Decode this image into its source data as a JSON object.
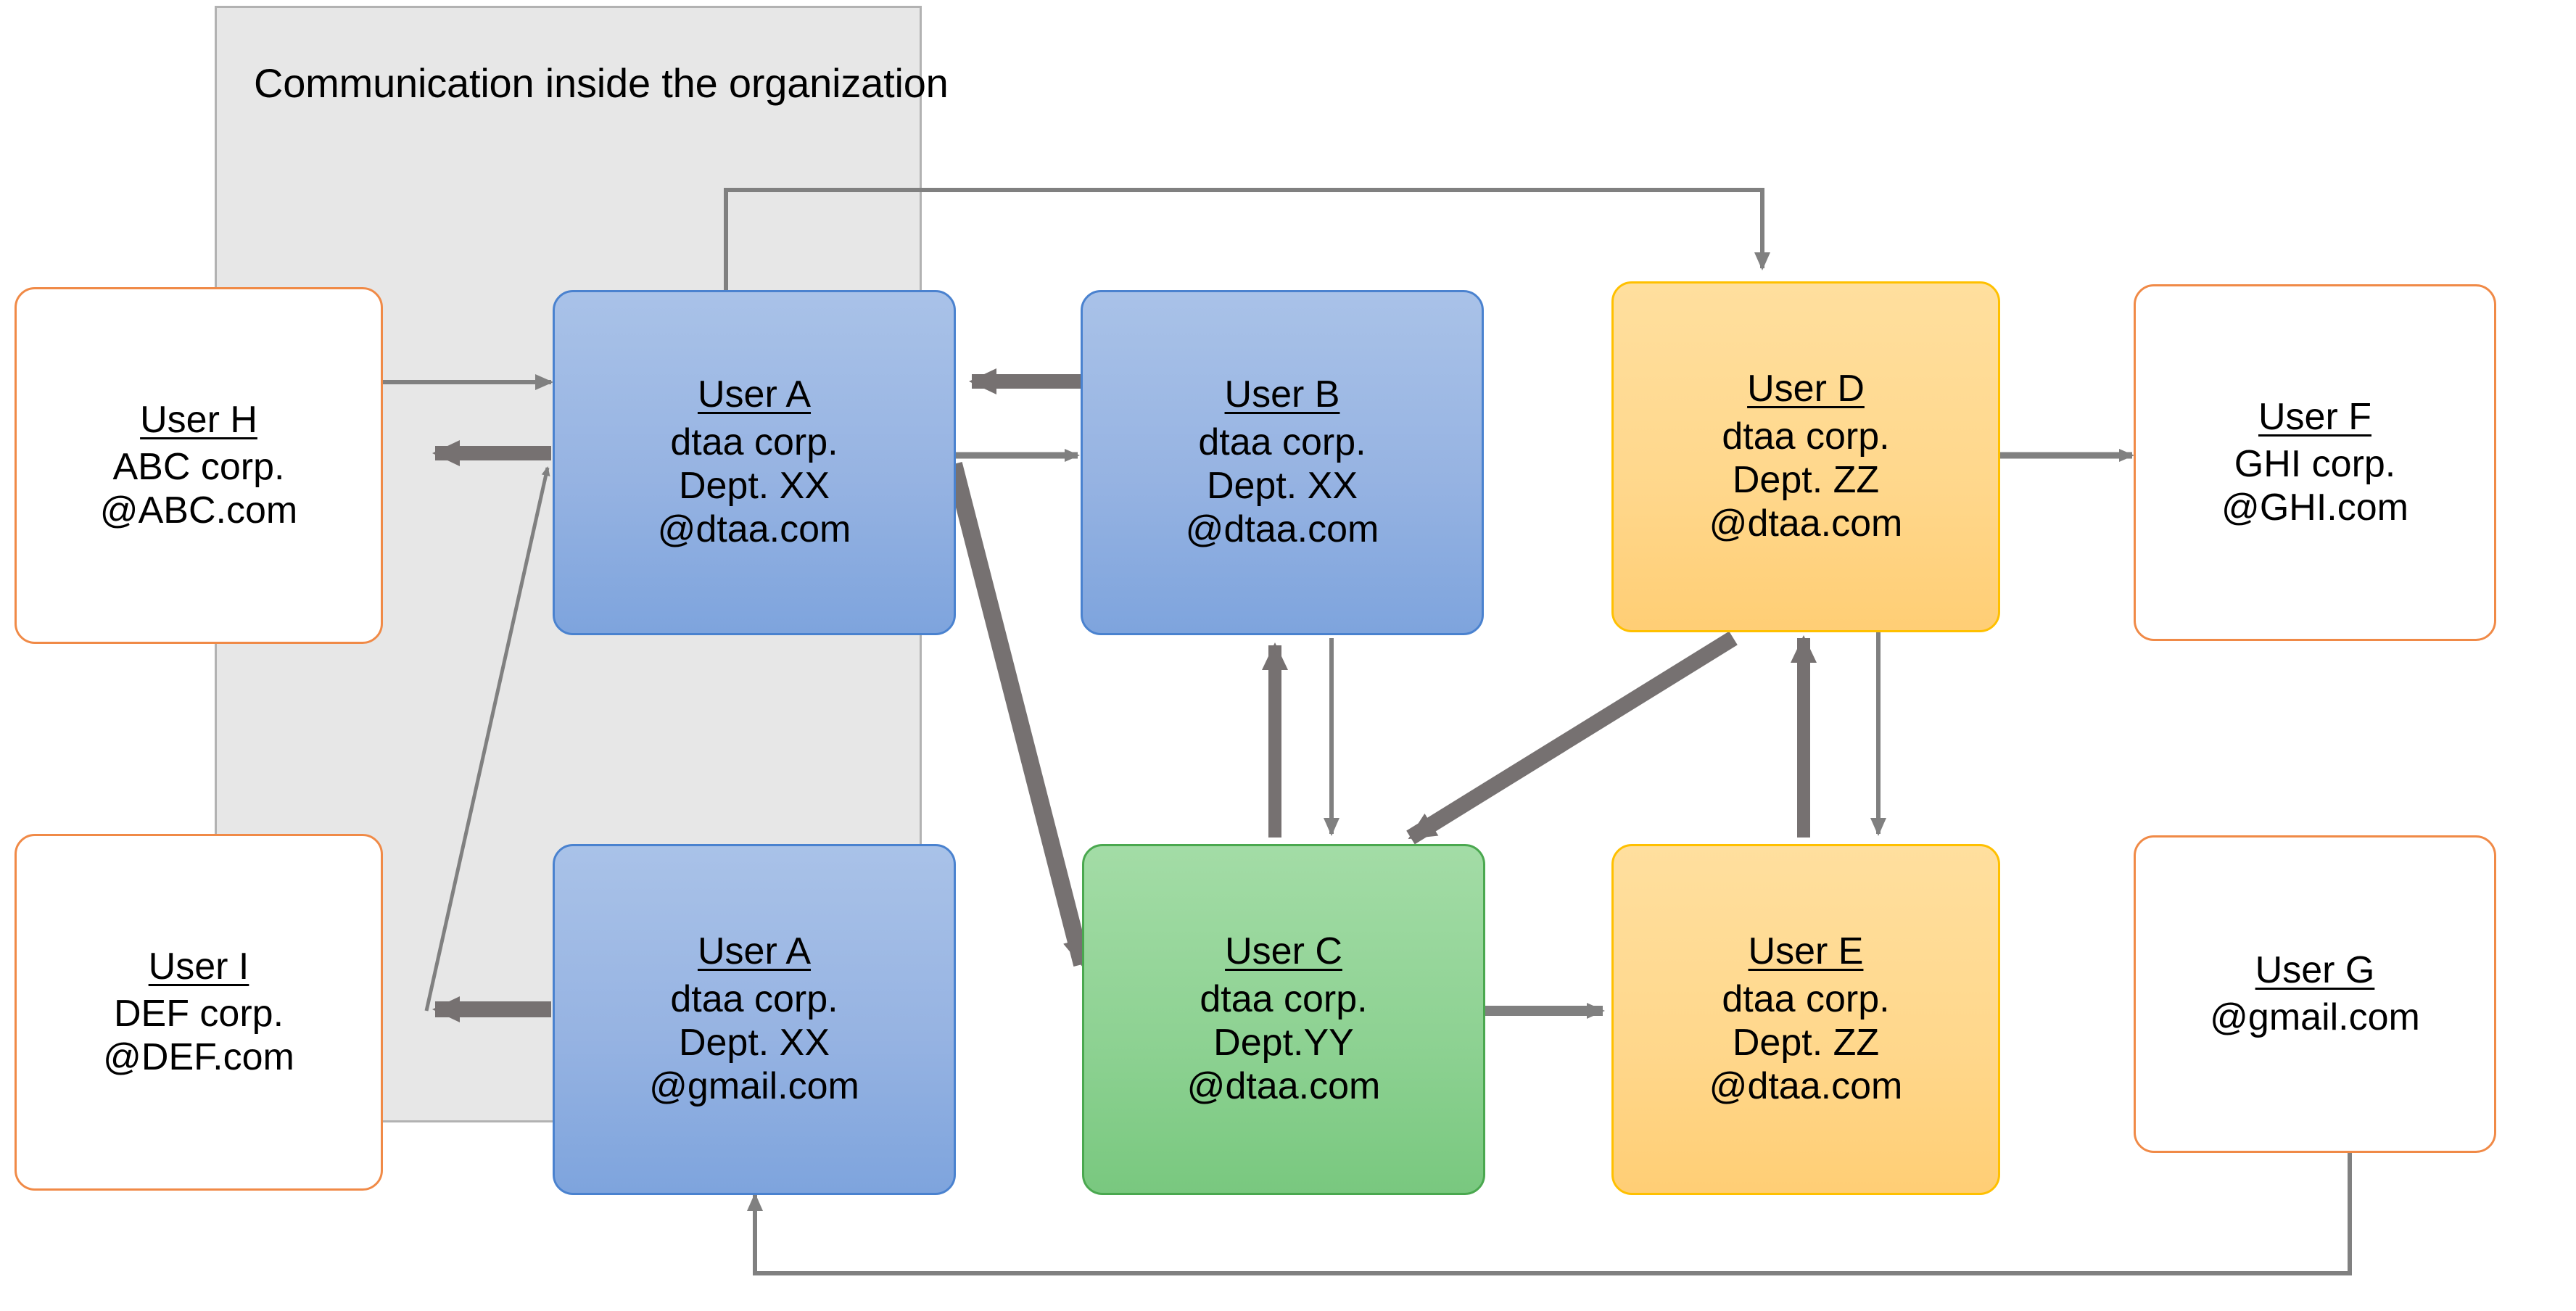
{
  "diagram": {
    "panel_title": "Communication inside the organization",
    "panel_fill": "#e7e7e7",
    "panel_border": "#b2b2b2"
  },
  "colors": {
    "internal_blue": "#96b3e2",
    "internal_green": "#8cd191",
    "internal_yellow": "#ffd78b",
    "external_border": "#f08a47",
    "arrow_gray": "#808080",
    "arrow_dark_gray": "#767171"
  },
  "nodes": {
    "user_a_top": {
      "name": "User A",
      "line1": "dtaa corp.",
      "line2": "Dept. XX",
      "line3": "@dtaa.com",
      "fill": "blue",
      "scope": "internal"
    },
    "user_b": {
      "name": "User B",
      "line1": "dtaa corp.",
      "line2": "Dept. XX",
      "line3": "@dtaa.com",
      "fill": "blue",
      "scope": "internal"
    },
    "user_d": {
      "name": "User D",
      "line1": "dtaa corp.",
      "line2": "Dept. ZZ",
      "line3": "@dtaa.com",
      "fill": "yellow",
      "scope": "internal"
    },
    "user_a_bottom": {
      "name": "User A",
      "line1": "dtaa corp.",
      "line2": "Dept. XX",
      "line3": "@gmail.com",
      "fill": "blue",
      "scope": "internal"
    },
    "user_c": {
      "name": "User C",
      "line1": "dtaa corp.",
      "line2": "Dept.YY",
      "line3": "@dtaa.com",
      "fill": "green",
      "scope": "internal"
    },
    "user_e": {
      "name": "User E",
      "line1": "dtaa corp.",
      "line2": "Dept. ZZ",
      "line3": "@dtaa.com",
      "fill": "yellow",
      "scope": "internal"
    },
    "user_h": {
      "name": "User H",
      "line1": "ABC corp.",
      "line2": "@ABC.com",
      "scope": "external"
    },
    "user_i": {
      "name": "User I",
      "line1": "DEF corp.",
      "line2": "@DEF.com",
      "scope": "external"
    },
    "user_f": {
      "name": "User F",
      "line1": "GHI corp.",
      "line2": "@GHI.com",
      "scope": "external"
    },
    "user_g": {
      "name": "User G",
      "line1": "@gmail.com",
      "scope": "external"
    }
  },
  "edges": [
    {
      "id": "h-to-a",
      "from": "user_h",
      "to": "user_a_top",
      "weight": "thin"
    },
    {
      "id": "a-to-h",
      "from": "user_a_top",
      "to": "user_h",
      "weight": "thick"
    },
    {
      "id": "b-to-a",
      "from": "user_b",
      "to": "user_a_top",
      "weight": "thick"
    },
    {
      "id": "a-to-b",
      "from": "user_a_top",
      "to": "user_b",
      "weight": "medium"
    },
    {
      "id": "a-to-d",
      "from": "user_a_top",
      "to": "user_d",
      "weight": "thin"
    },
    {
      "id": "a-to-c",
      "from": "user_a_top",
      "to": "user_c",
      "weight": "thick"
    },
    {
      "id": "c-to-b",
      "from": "user_c",
      "to": "user_b",
      "weight": "thick"
    },
    {
      "id": "b-to-c",
      "from": "user_b",
      "to": "user_c",
      "weight": "thin"
    },
    {
      "id": "d-to-c",
      "from": "user_d",
      "to": "user_c",
      "weight": "thick"
    },
    {
      "id": "e-to-d",
      "from": "user_e",
      "to": "user_d",
      "weight": "thick"
    },
    {
      "id": "d-to-e",
      "from": "user_d",
      "to": "user_e",
      "weight": "thin"
    },
    {
      "id": "c-to-e",
      "from": "user_c",
      "to": "user_e",
      "weight": "medium"
    },
    {
      "id": "d-to-f",
      "from": "user_d",
      "to": "user_f",
      "weight": "medium"
    },
    {
      "id": "ab-to-i",
      "from": "user_a_bottom",
      "to": "user_i",
      "weight": "thick"
    },
    {
      "id": "i-to-a",
      "from": "user_i",
      "to": "user_a_top",
      "weight": "thin"
    },
    {
      "id": "g-to-ab",
      "from": "user_g",
      "to": "user_a_bottom",
      "weight": "thin"
    }
  ]
}
